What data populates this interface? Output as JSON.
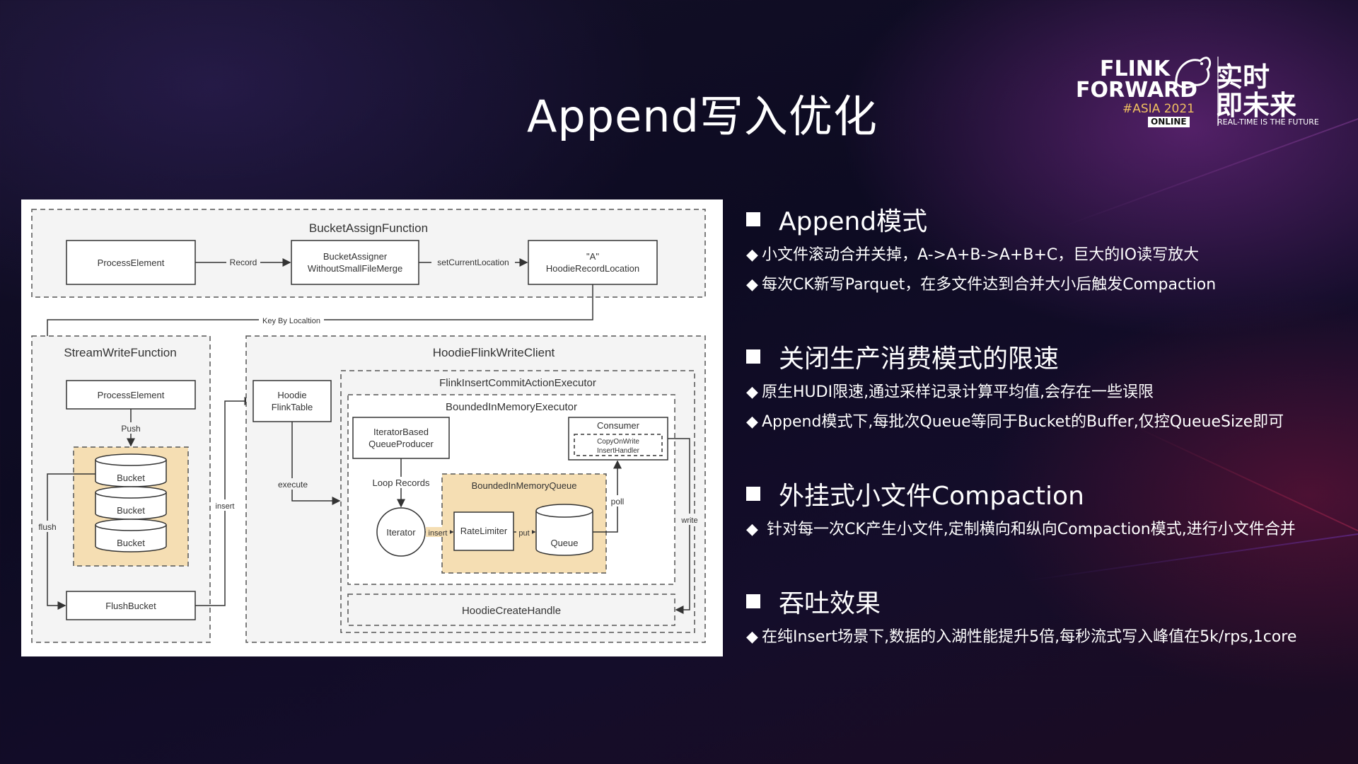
{
  "slide": {
    "title": "Append写入优化"
  },
  "logo": {
    "line1": "FLINK",
    "line2": "FORWARD",
    "line3": "#ASIA 2021",
    "badge": "ONLINE",
    "cn_line1": "实时",
    "cn_line2": "即未来",
    "tagline": "REAL-TIME IS THE FUTURE"
  },
  "diagram": {
    "bucket_assign": {
      "title": "BucketAssignFunction",
      "process_element": "ProcessElement",
      "record_label": "Record",
      "assigner_line1": "BucketAssigner",
      "assigner_line2": "WithoutSmallFileMerge",
      "set_location_label": "setCurrentLocation",
      "location_line1": "\"A\"",
      "location_line2": "HoodieRecordLocation"
    },
    "key_by_label": "Key By Localtion",
    "stream_write": {
      "title": "StreamWriteFunction",
      "process_element": "ProcessElement",
      "push_label": "Push",
      "buckets": [
        "Bucket",
        "Bucket",
        "Bucket"
      ],
      "flush_label": "flush",
      "flush_bucket": "FlushBucket",
      "insert_label": "insert"
    },
    "write_client": {
      "title": "HoodieFlinkWriteClient",
      "table_line1": "Hoodie",
      "table_line2": "FlinkTable",
      "execute_label": "execute",
      "commit_executor": "FlinkInsertCommitActionExecutor",
      "bounded_executor": "BoundedInMemoryExecutor",
      "producer_line1": "IteratorBased",
      "producer_line2": "QueueProducer",
      "loop_records": "Loop Records",
      "iterator": "Iterator",
      "insert_label": "insert",
      "queue_title": "BoundedInMemoryQueue",
      "rate_limiter": "RateLimiter",
      "put_label": "put",
      "queue": "Queue",
      "poll_label": "poll",
      "consumer": "Consumer",
      "handler_line1": "CopyOnWrite",
      "handler_line2": "InsertHandler",
      "write_label": "write",
      "create_handle": "HoodieCreateHandle"
    }
  },
  "sections": [
    {
      "title": "Append模式",
      "items": [
        "小文件滚动合并关掉，A->A+B->A+B+C，巨大的IO读写放大",
        "每次CK新写Parquet，在多文件达到合并大小后触发Compaction"
      ]
    },
    {
      "title": "关闭生产消费模式的限速",
      "items": [
        "原生HUDI限速,通过采样记录计算平均值,会存在一些误限",
        "Append模式下,每批次Queue等同于Bucket的Buffer,仅控QueueSize即可"
      ]
    },
    {
      "title": "外挂式小文件Compaction",
      "items": [
        " 针对每一次CK产生小文件,定制横向和纵向Compaction模式,进行小文件合并"
      ]
    },
    {
      "title": "吞吐效果",
      "items": [
        "在纯Insert场景下,数据的入湖性能提升5倍,每秒流式写入峰值在5k/rps,1core"
      ]
    }
  ],
  "colors": {
    "background": "#0d0b22",
    "highlight_box": "#f5deb3",
    "dashed_panel": "#f4f4f4"
  }
}
